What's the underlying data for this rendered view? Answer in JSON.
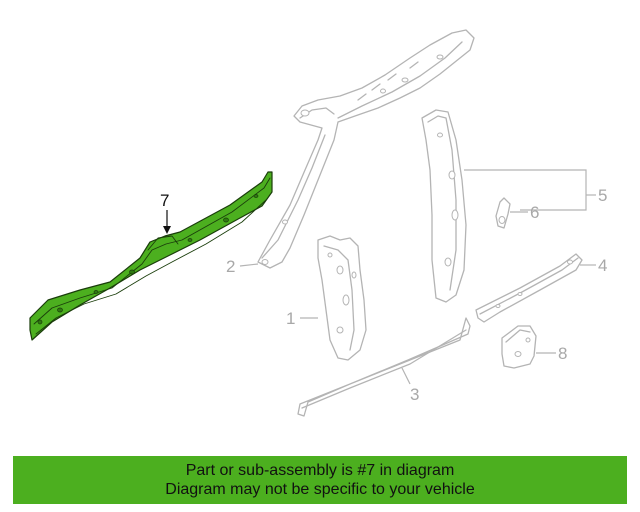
{
  "callouts": [
    {
      "id": "1",
      "label": "1",
      "highlight": false
    },
    {
      "id": "2",
      "label": "2",
      "highlight": false
    },
    {
      "id": "3",
      "label": "3",
      "highlight": false
    },
    {
      "id": "4",
      "label": "4",
      "highlight": false
    },
    {
      "id": "5",
      "label": "5",
      "highlight": false
    },
    {
      "id": "6",
      "label": "6",
      "highlight": false
    },
    {
      "id": "7",
      "label": "7",
      "highlight": true
    },
    {
      "id": "8",
      "label": "8",
      "highlight": false
    }
  ],
  "colors": {
    "highlight_fill": "#4caf1f",
    "banner_background": "#4caf1f",
    "line_art": "#b4b4b4"
  },
  "banner": {
    "line1": "Part or sub-assembly is #7 in diagram",
    "line2": "Diagram may not be specific to your vehicle"
  }
}
